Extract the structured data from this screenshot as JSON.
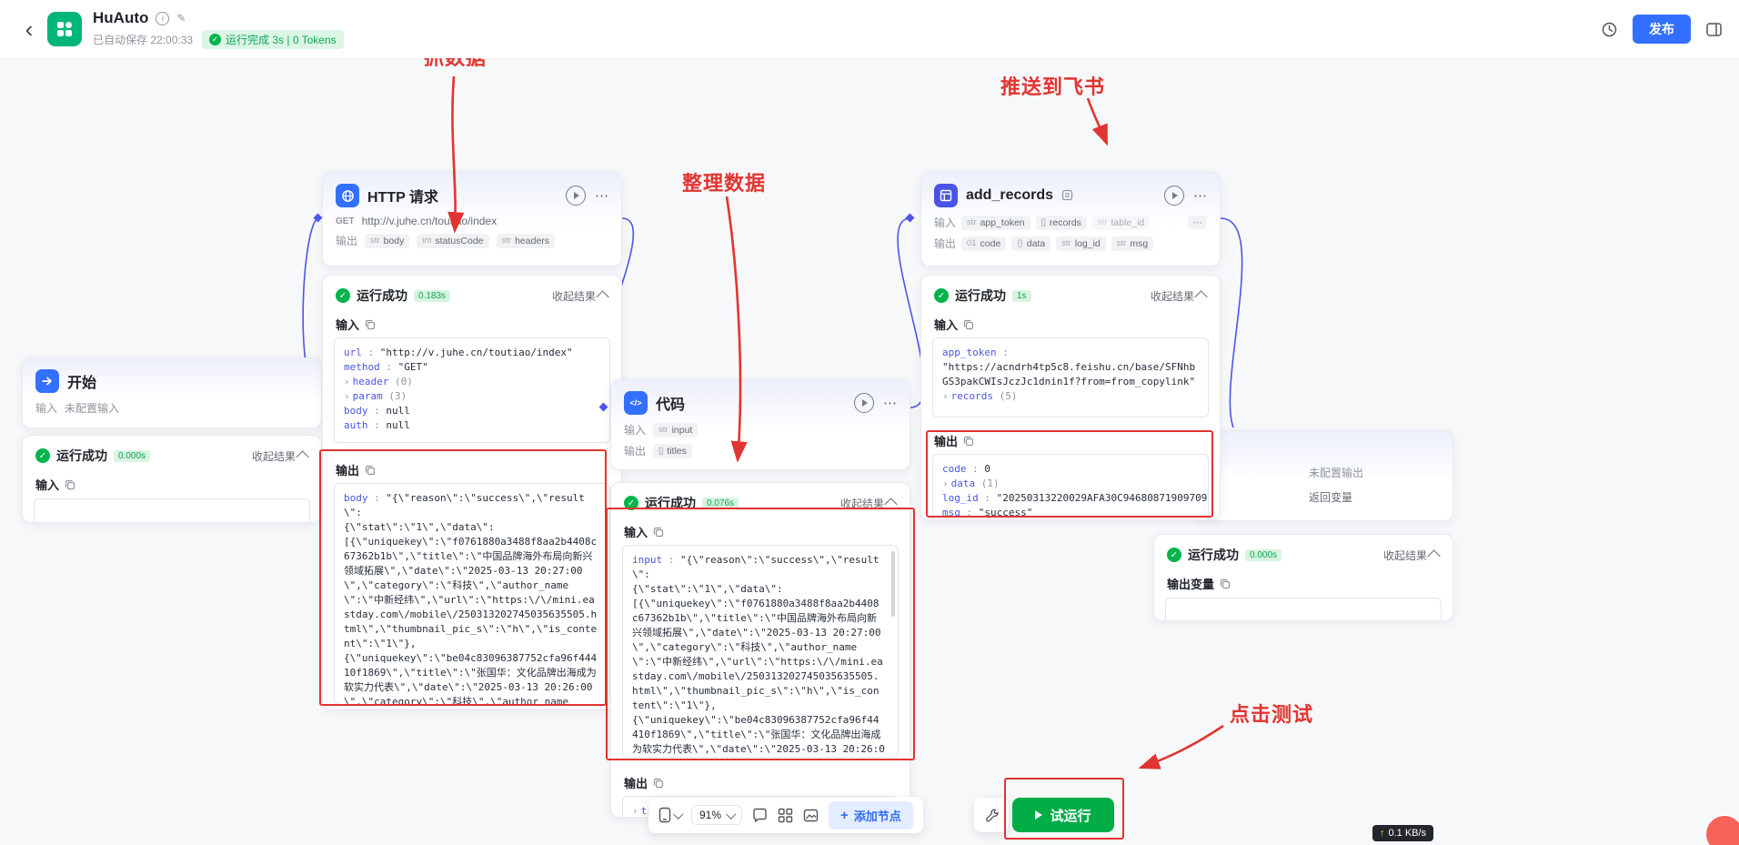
{
  "punct": {
    "colon": " : "
  },
  "icons": {
    "chevron_right": "›",
    "ellipsis": "⋯",
    "check": "✓",
    "back": "‹",
    "edit": "✎",
    "info": "i",
    "up_arrow": "↑",
    "plus": "+"
  },
  "colors": {
    "accent_blue": "#3370ff",
    "node_indigo": "#4954e6",
    "success_green": "#00b34a",
    "annotation_red": "#e23430"
  },
  "topbar": {
    "title": "HuAuto",
    "autosave": "已自动保存 22:00:33",
    "run_status": "运行完成 3s | 0 Tokens",
    "publish_label": "发布"
  },
  "annotations": {
    "grab_data": "抓数据",
    "organize_data": "整理数据",
    "push_feishu": "推送到飞书",
    "click_test": "点击测试"
  },
  "common": {
    "run_success": "运行成功",
    "collapse": "收起结果",
    "input": "输入",
    "output": "输出"
  },
  "payload": {
    "text": "\"{\\\"reason\\\":\\\"success\\\",\\\"result\\\":\n{\\\"stat\\\":\\\"1\\\",\\\"data\\\":\n[{\\\"uniquekey\\\":\\\"f0761880a3488f8aa2b4408c67362b1b\\\",\\\"title\\\":\\\"中国品牌海外布局向新兴领域拓展\\\",\\\"date\\\":\\\"2025-03-13 20:27:00\\\",\\\"category\\\":\\\"科技\\\",\\\"author_name\\\":\\\"中新经纬\\\",\\\"url\\\":\\\"https:\\/\\/mini.eastday.com\\/mobile\\/250313202745035635505.html\\\",\\\"thumbnail_pic_s\\\":\\\"h\\\",\\\"is_content\\\":\\\"1\\\"},\n{\\\"uniquekey\\\":\\\"be04c83096387752cfa96f44410f1869\\\",\\\"title\\\":\\\"张国华：文化品牌出海成为软实力代表\\\",\\\"date\\\":\\\"2025-03-13 20:26:00\\\",\\\"category\\\":\\\"科技\\\",\\\"author_name\\\":\\\"中新经纬\\\",\\\"url\\\":\\\"https:\\/\\/mini.eastday.com\\/mobile\\/250313202604194801999.html\\\",\\\"thumbnail_pic_s\\\":\\\"h\\\",\\\"is_content\\\":\\\"1\\\"},"
  },
  "start_node": {
    "title": "开始",
    "input_value": "未配置输入",
    "time": "0.000s"
  },
  "http_node": {
    "title": "HTTP 请求",
    "method": "GET",
    "url": "http://v.juhe.cn/toutiao/index",
    "out_tags": [
      {
        "type": "str",
        "name": "body"
      },
      {
        "type": "int",
        "name": "statusCode"
      },
      {
        "type": "str",
        "name": "headers"
      }
    ],
    "time": "0.183s",
    "input_rows": [
      {
        "key": "url",
        "val": "\"http://v.juhe.cn/toutiao/index\""
      },
      {
        "key": "method",
        "val": "\"GET\""
      },
      {
        "key": "header",
        "count": "(0)"
      },
      {
        "key": "param",
        "count": "(3)"
      },
      {
        "key": "body",
        "val": "null"
      },
      {
        "key": "auth",
        "val": "null"
      }
    ],
    "output_key": "body"
  },
  "code_node": {
    "title": "代码",
    "in_tag": {
      "type": "str",
      "name": "input"
    },
    "out_tag": {
      "type": "[]",
      "name": "titles"
    },
    "time": "0.076s",
    "input_key": "input",
    "output_row_key": "titles"
  },
  "records_node": {
    "title": "add_records",
    "in_tags": [
      {
        "type": "str",
        "name": "app_token"
      },
      {
        "type": "[]",
        "name": "records"
      },
      {
        "type": "str",
        "name": "table_id"
      }
    ],
    "out_tags": [
      {
        "type": "01",
        "name": "code"
      },
      {
        "type": "{}",
        "name": "data"
      },
      {
        "type": "str",
        "name": "log_id"
      },
      {
        "type": "str",
        "name": "msg"
      }
    ],
    "time": "1s",
    "input_key": "app_token",
    "input_value": "\"https://acndrh4tp5c8.feishu.cn/base/SFNhbGS3pakCWIsJczJc1dnin1f?from=from_copylink\"",
    "records_key": "records",
    "records_count": "(5)",
    "output_rows": [
      {
        "key": "code",
        "val": "0"
      },
      {
        "key": "data",
        "count": "(1)"
      },
      {
        "key": "log_id",
        "val": "\"20250313220029AFA30C94680871909709\""
      },
      {
        "key": "msg",
        "val": "\"success\""
      }
    ]
  },
  "end_node": {
    "no_output": "未配置输出",
    "return_var": "返回变量",
    "time": "0.000s",
    "output_var_label": "输出变量"
  },
  "toolbar": {
    "zoom": "91%",
    "add_node": "添加节点",
    "run_test": "试运行"
  },
  "status": {
    "network": "0.1 KB/s"
  }
}
